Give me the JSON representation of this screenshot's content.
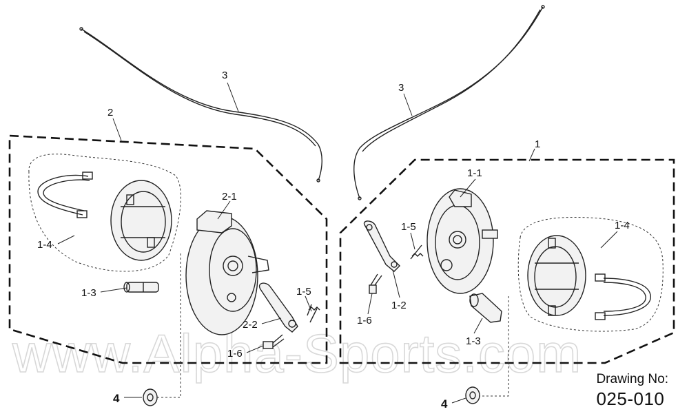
{
  "watermark": "www.Alpha-Sports.com",
  "drawing": {
    "label": "Drawing No:",
    "number": "025-010"
  },
  "callouts": {
    "left_cable": "3",
    "right_cable": "3",
    "left_assembly": "2",
    "right_assembly": "1",
    "left_panel": "2-1",
    "left_shoes": "1-4",
    "left_cam": "1-3",
    "left_spring": "1-5",
    "left_arm": "2-2",
    "left_bolt": "1-6",
    "left_washer": "4",
    "right_panel": "1-1",
    "right_spring": "1-5",
    "right_shoes": "1-4",
    "right_arm": "1-2",
    "right_bolt": "1-6",
    "right_cam": "1-3",
    "right_washer": "4"
  }
}
